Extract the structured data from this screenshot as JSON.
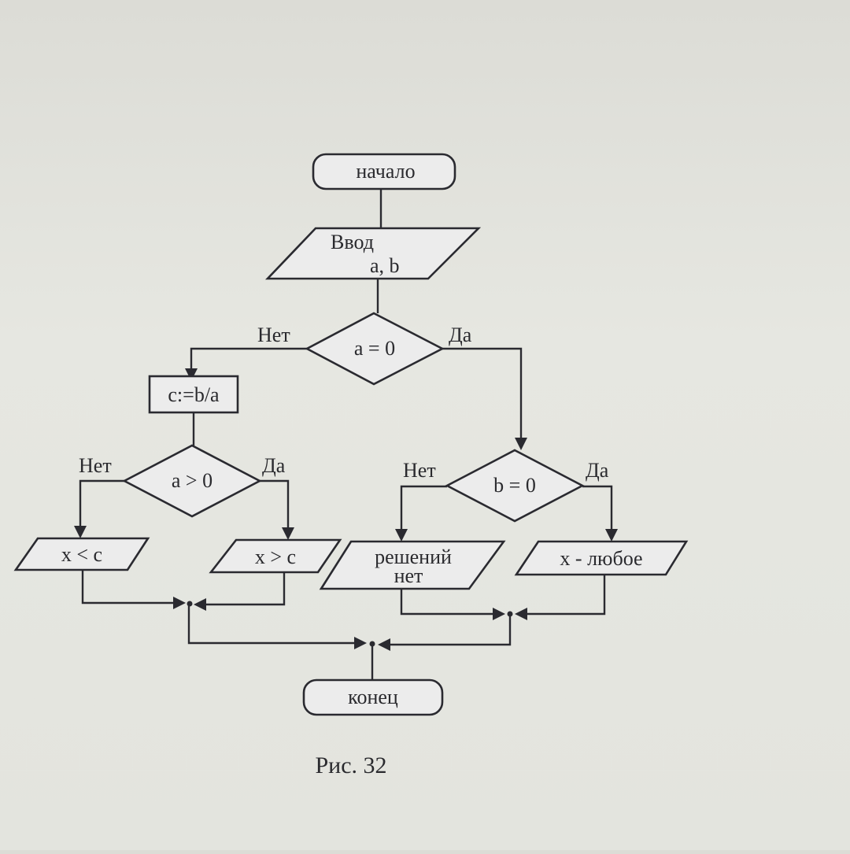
{
  "diagram": {
    "start": "начало",
    "input_label": "Ввод",
    "input_vars": "a, b",
    "cond_a": "a = 0",
    "no": "Нет",
    "yes": "Да",
    "assign": "c:=b/a",
    "cond_agt": "a > 0",
    "out_lt": "x < c",
    "out_gt": "x > c",
    "cond_b": "b = 0",
    "out_none_1": "решений",
    "out_none_2": "нет",
    "out_any": "x - любое",
    "end": "конец",
    "caption": "Рис. 32"
  }
}
